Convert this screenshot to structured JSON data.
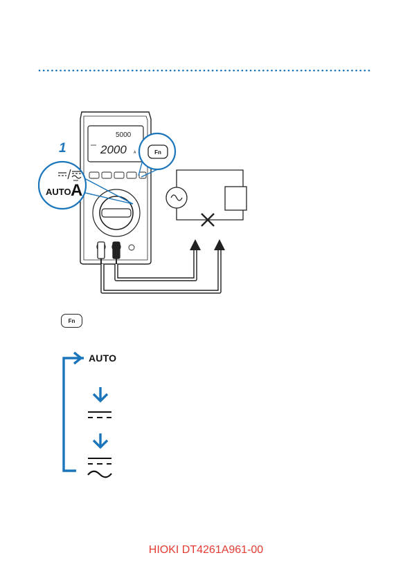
{
  "step_number": "1",
  "fn_key_label": "Fn",
  "callout": {
    "mode_symbol": "⎓/⏦",
    "auto_text": "AUTO",
    "unit": "A"
  },
  "meter_display": {
    "sub_value": "5000",
    "main_value": "2000",
    "unit": "A"
  },
  "sequence": {
    "first_label": "AUTO",
    "steps": [
      "dc-symbol",
      "ac-dc-symbol"
    ]
  },
  "colors": {
    "accent_blue": "#1b75bb",
    "footer_red": "#e33b32"
  },
  "footer_text": "HIOKI DT4261A961-00"
}
